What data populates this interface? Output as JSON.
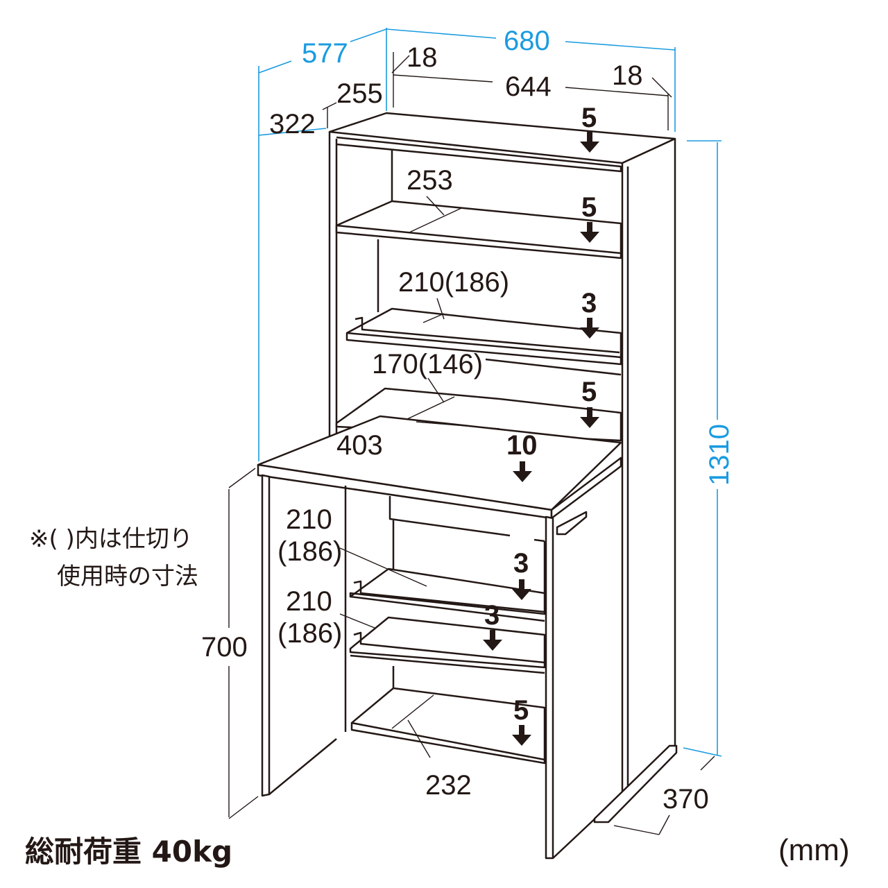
{
  "colors": {
    "dimension_blue": "#1a9be0",
    "line": "#231815"
  },
  "dimensions_blue": {
    "depth_total": "577",
    "width_total": "680",
    "height_total": "1310"
  },
  "dimensions": {
    "side_thickness_left": "18",
    "inner_width": "644",
    "side_thickness_right": "18",
    "upper_depth": "255",
    "upper_depth_total": "322",
    "shelf1_depth": "253",
    "shelf2_depth": "210(186)",
    "shelf3_depth": "170(146)",
    "desk_depth": "403",
    "lower_shelf1_depth": "210",
    "lower_shelf1_depth_alt": "(186)",
    "lower_shelf2_depth": "210",
    "lower_shelf2_depth_alt": "(186)",
    "desk_height": "700",
    "bottom_depth": "232",
    "foot_depth": "370"
  },
  "loads": [
    "5",
    "5",
    "3",
    "5",
    "10",
    "3",
    "3",
    "5"
  ],
  "note": {
    "line1": "※( )内は仕切り",
    "line2": "使用時の寸法"
  },
  "total_load": "総耐荷重 40kg",
  "unit": "(mm)"
}
